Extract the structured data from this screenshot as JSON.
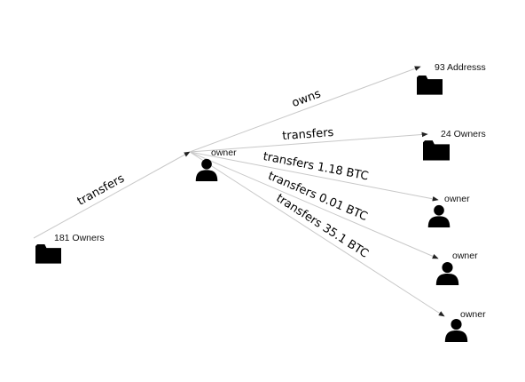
{
  "nodes": [
    {
      "id": "owner-center",
      "type": "person",
      "label": "owner"
    },
    {
      "id": "folder-181",
      "type": "folder",
      "label": "181 Owners"
    },
    {
      "id": "folder-93",
      "type": "folder",
      "label": "93 Addresss"
    },
    {
      "id": "folder-24",
      "type": "folder",
      "label": "24 Owners"
    },
    {
      "id": "owner-a",
      "type": "person",
      "label": "owner"
    },
    {
      "id": "owner-b",
      "type": "person",
      "label": "owner"
    },
    {
      "id": "owner-c",
      "type": "person",
      "label": "owner"
    }
  ],
  "edges": [
    {
      "from": "folder-181",
      "to": "owner-center",
      "label": "transfers"
    },
    {
      "from": "owner-center",
      "to": "folder-93",
      "label": "owns"
    },
    {
      "from": "owner-center",
      "to": "folder-24",
      "label": "transfers"
    },
    {
      "from": "owner-center",
      "to": "owner-a",
      "label": "transfers 1.18 BTC"
    },
    {
      "from": "owner-center",
      "to": "owner-b",
      "label": "transfers 0.01 BTC"
    },
    {
      "from": "owner-center",
      "to": "owner-c",
      "label": "transfers 35.1 BTC"
    }
  ],
  "icons": {
    "person": "person-icon",
    "folder": "folder-icon"
  },
  "colors": {
    "edge": "#c8c8c8",
    "icon": "#000000",
    "text": "#000000"
  }
}
